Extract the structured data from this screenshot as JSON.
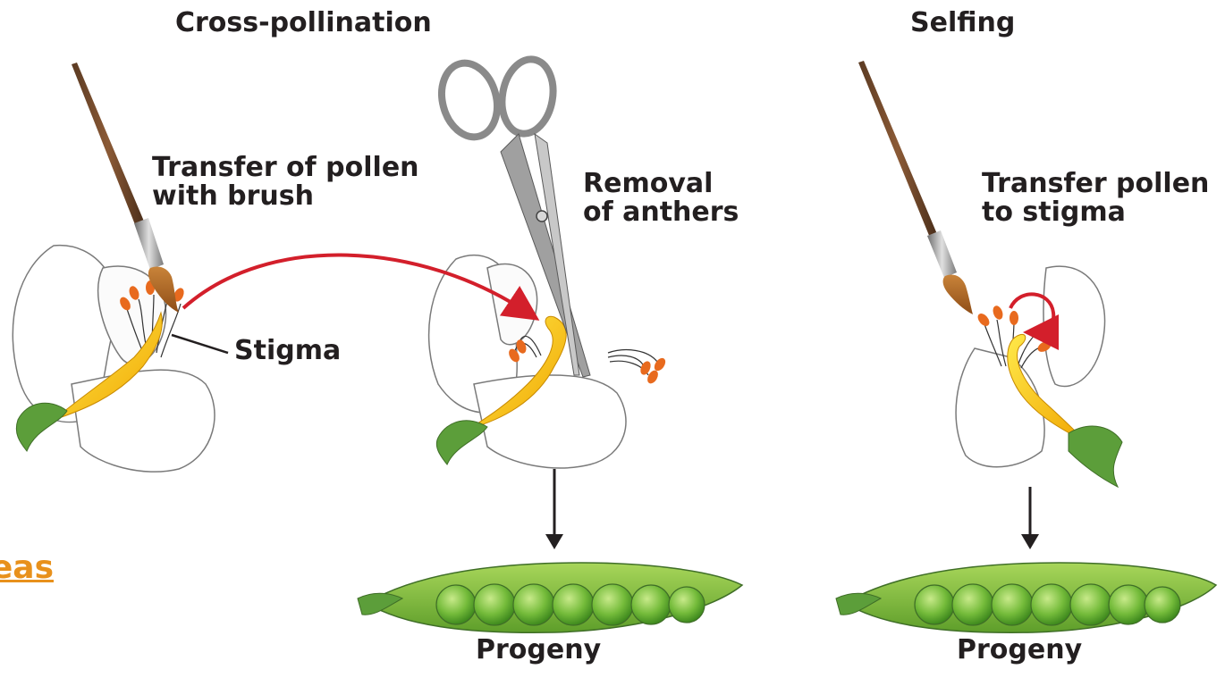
{
  "headings": {
    "cross": "Cross-pollination",
    "self": "Selfing"
  },
  "labels": {
    "transfer_brush": "Transfer of pollen\nwith brush",
    "removal": "Removal\nof anthers",
    "stigma": "Stigma",
    "transfer_stigma": "Transfer pollen\nto stigma",
    "progeny_cross": "Progeny",
    "progeny_self": "Progeny"
  },
  "link_fragment": "eas",
  "colors": {
    "petal": "#ffffff",
    "petal_outline": "#7a7a7a",
    "pistil": "#f5d000",
    "anther": "#e86a1e",
    "sepal": "#5c9e3a",
    "pod": "#8cc63e",
    "pea": "#6cb72e",
    "arrow_red": "#d31f2b",
    "arrow_black": "#231f20",
    "link": "#e8911c"
  }
}
